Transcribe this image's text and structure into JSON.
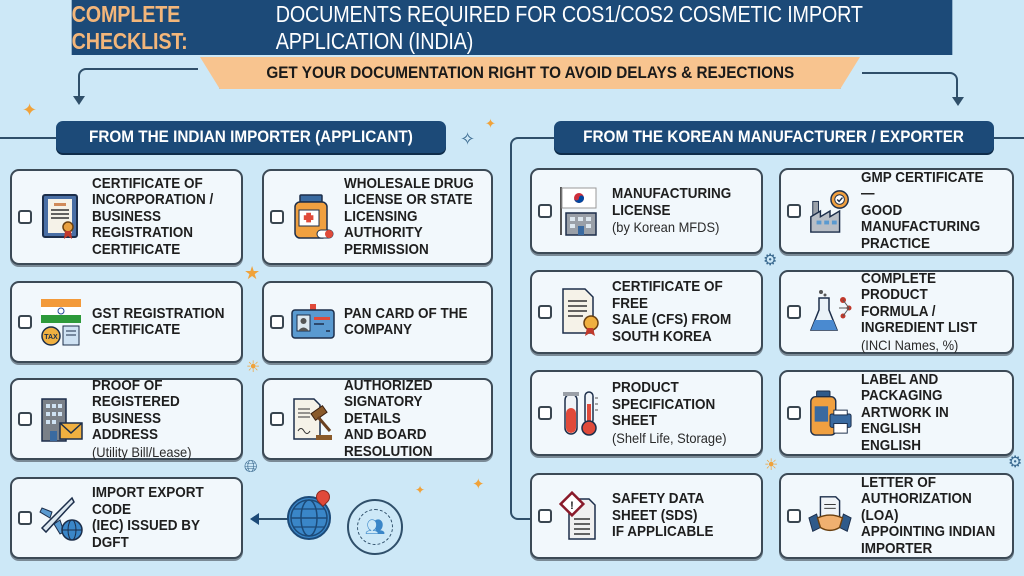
{
  "header": {
    "title_accent": "COMPLETE CHECKLIST:",
    "title_rest": "DOCUMENTS REQUIRED FOR COS1/COS2 COSMETIC IMPORT APPLICATION (INDIA)",
    "subtitle": "GET YOUR DOCUMENTATION RIGHT TO AVOID DELAYS & REJECTIONS"
  },
  "colors": {
    "navy": "#1c4a78",
    "accent_orange": "#f8c48f",
    "background": "#cde8f7",
    "card_bg": "#f2f8fc"
  },
  "indian_importer": {
    "heading": "FROM THE INDIAN IMPORTER (APPLICANT)",
    "items": [
      {
        "title": "CERTIFICATE OF\nINCORPORATION /\nBUSINESS\nREGISTRATION\nCERTIFICATE",
        "sub": "",
        "icon": "certificate-icon",
        "checked": false
      },
      {
        "title": "WHOLESALE DRUG\nLICENSE OR STATE\nLICENSING\nAUTHORITY\nPERMISSION",
        "sub": "",
        "icon": "medicine-bottle-icon",
        "checked": false
      },
      {
        "title": "GST REGISTRATION\nCERTIFICATE",
        "sub": "",
        "icon": "india-flag-tax-icon",
        "checked": false
      },
      {
        "title": "PAN CARD OF THE\nCOMPANY",
        "sub": "",
        "icon": "id-card-icon",
        "checked": false
      },
      {
        "title": "PROOF OF REGISTERED\nBUSINESS ADDRESS",
        "sub": "(Utility Bill/Lease)",
        "icon": "office-building-icon",
        "checked": false
      },
      {
        "title": "AUTHORIZED\nSIGNATORY DETAILS\nAND BOARD\nRESOLUTION",
        "sub": "",
        "icon": "gavel-document-icon",
        "checked": false
      },
      {
        "title": "IMPORT EXPORT CODE\n(IEC) ISSUED BY DGFT",
        "sub": "",
        "icon": "airplane-globe-icon",
        "checked": false
      }
    ]
  },
  "korean_manufacturer": {
    "heading": "FROM THE KOREAN MANUFACTURER / EXPORTER",
    "items": [
      {
        "title": "MANUFACTURING\nLICENSE",
        "sub": "(by Korean MFDS)",
        "icon": "korea-flag-building-icon",
        "checked": false
      },
      {
        "title": "GMP CERTIFICATE —\nGOOD\nMANUFACTURING\nPRACTICE",
        "sub": "",
        "icon": "factory-gear-icon",
        "checked": false
      },
      {
        "title": "CERTIFICATE OF FREE\nSALE (CFS) FROM\nSOUTH KOREA",
        "sub": "",
        "icon": "certificate-seal-icon",
        "checked": false
      },
      {
        "title": "COMPLETE PRODUCT\nFORMULA /\nINGREDIENT LIST",
        "sub": "(INCI Names, %)",
        "icon": "flask-molecule-icon",
        "checked": false
      },
      {
        "title": "PRODUCT\nSPECIFICATION\nSHEET",
        "sub": "(Shelf Life, Storage)",
        "icon": "test-tube-thermometer-icon",
        "checked": false
      },
      {
        "title": "LABEL AND\nPACKAGING\nARTWORK IN ENGLISH\nENGLISH",
        "sub": "",
        "icon": "bottle-printer-icon",
        "checked": false
      },
      {
        "title": "SAFETY DATA\nSHEET (SDS)\nIF APPLICABLE",
        "sub": "",
        "icon": "hazard-document-icon",
        "checked": false
      },
      {
        "title": "LETTER OF\nAUTHORIZATION (LOA)\nAPPOINTING INDIAN\nIMPORTER",
        "sub": "",
        "icon": "handshake-document-icon",
        "checked": false
      }
    ]
  }
}
